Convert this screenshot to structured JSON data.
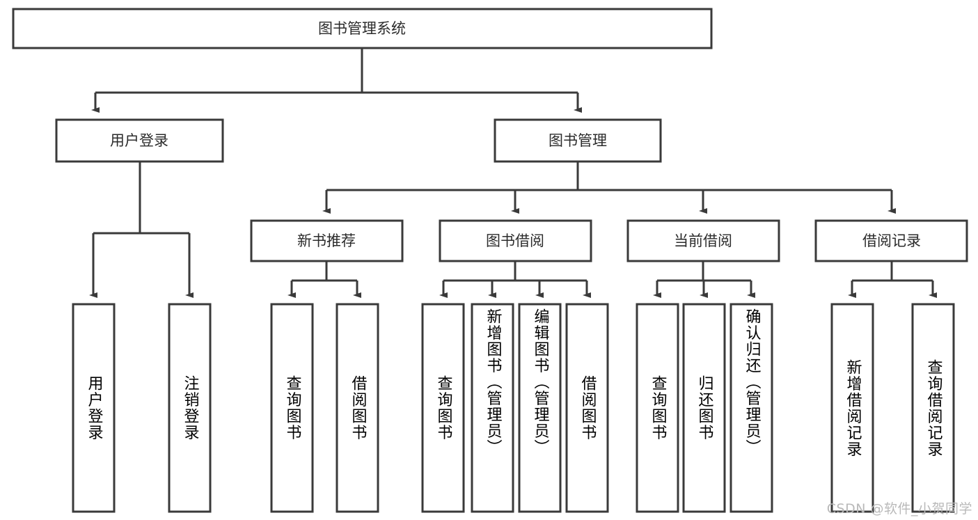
{
  "diagram": {
    "title": "图书管理系统",
    "type": "tree",
    "root": {
      "id": "root",
      "label": "图书管理系统",
      "orientation": "horizontal"
    },
    "level2": [
      {
        "id": "user-login",
        "label": "用户登录",
        "orientation": "horizontal"
      },
      {
        "id": "book-manage",
        "label": "图书管理",
        "orientation": "horizontal"
      }
    ],
    "level3": [
      {
        "id": "new-book-recommend",
        "label": "新书推荐",
        "orientation": "horizontal"
      },
      {
        "id": "book-borrow",
        "label": "图书借阅",
        "orientation": "horizontal"
      },
      {
        "id": "current-borrow",
        "label": "当前借阅",
        "orientation": "horizontal"
      },
      {
        "id": "borrow-record",
        "label": "借阅记录",
        "orientation": "horizontal"
      }
    ],
    "leaves": {
      "user_login": [
        {
          "id": "leaf-user-login",
          "label": "用户登录",
          "orientation": "vertical"
        },
        {
          "id": "leaf-logout",
          "label": "注销登录",
          "orientation": "vertical"
        }
      ],
      "new_book_recommend": [
        {
          "id": "leaf-query-book-1",
          "label": "查询图书",
          "orientation": "vertical"
        },
        {
          "id": "leaf-borrow-book-1",
          "label": "借阅图书",
          "orientation": "vertical"
        }
      ],
      "book_borrow": [
        {
          "id": "leaf-query-book-2",
          "label": "查询图书",
          "orientation": "vertical"
        },
        {
          "id": "leaf-add-book",
          "label": "新增图书（管理员）",
          "orientation": "vertical"
        },
        {
          "id": "leaf-edit-book",
          "label": "编辑图书（管理员）",
          "orientation": "vertical"
        },
        {
          "id": "leaf-borrow-book-2",
          "label": "借阅图书",
          "orientation": "vertical"
        }
      ],
      "current_borrow": [
        {
          "id": "leaf-query-book-3",
          "label": "查询图书",
          "orientation": "vertical"
        },
        {
          "id": "leaf-return-book",
          "label": "归还图书",
          "orientation": "vertical"
        },
        {
          "id": "leaf-confirm-return",
          "label": "确认归还（管理员）",
          "orientation": "vertical"
        }
      ],
      "borrow_record": [
        {
          "id": "leaf-add-record",
          "label": "新增借阅记录",
          "orientation": "vertical"
        },
        {
          "id": "leaf-query-record",
          "label": "查询借阅记录",
          "orientation": "vertical"
        }
      ]
    }
  },
  "watermark": {
    "text": "CSDN @软件_小贺同学"
  },
  "colors": {
    "stroke": "#3a3a3a",
    "box_fill": "#ffffff",
    "text": "#2b2b2b",
    "background": "#ffffff",
    "watermark": "#b9b9b9"
  }
}
